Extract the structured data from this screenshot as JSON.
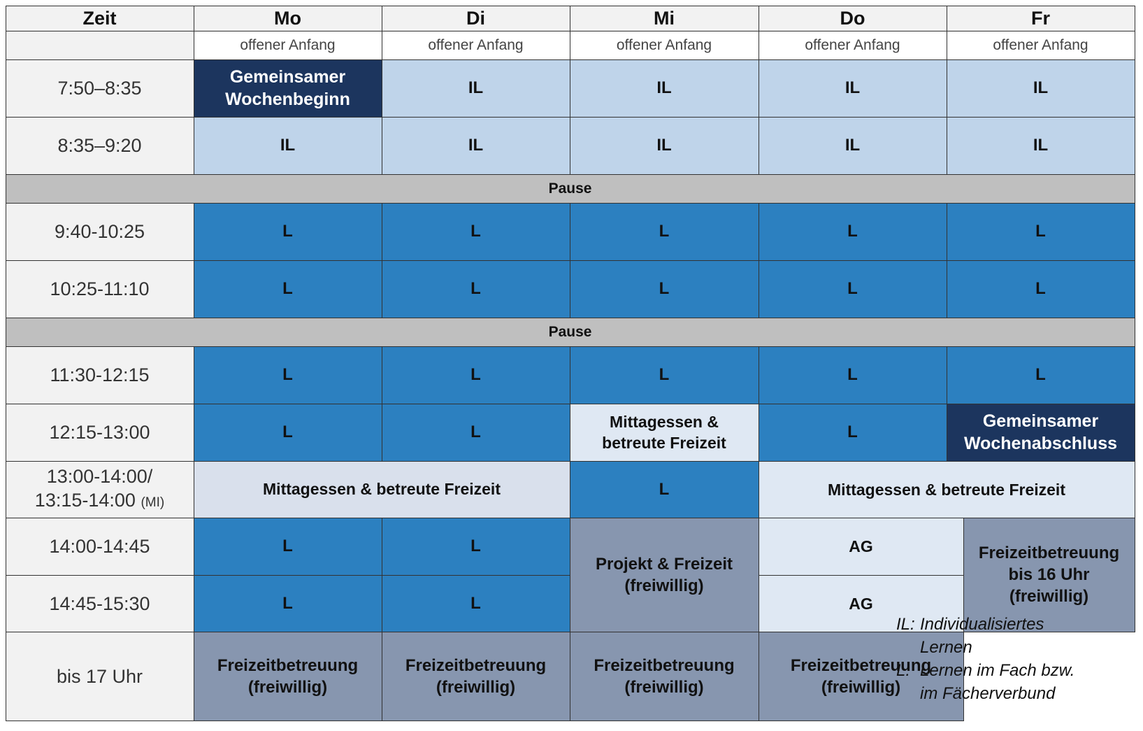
{
  "header": {
    "zeit": "Zeit",
    "days": [
      "Mo",
      "Di",
      "Mi",
      "Do",
      "Fr"
    ],
    "subtitle": "offener Anfang"
  },
  "times": {
    "t1": "7:50–8:35",
    "t2": "8:35–9:20",
    "t3": "9:40-10:25",
    "t4": "10:25-11:10",
    "t5": "11:30-12:15",
    "t6": "12:15-13:00",
    "t7_line1": "13:00-14:00/",
    "t7_line2": "13:15-14:00",
    "t7_note": "(MI)",
    "t8": "14:00-14:45",
    "t9": "14:45-15:30",
    "t10": "bis 17 Uhr"
  },
  "labels": {
    "il": "IL",
    "l": "L",
    "ag": "AG",
    "pause": "Pause",
    "wochenbeginn": "Gemeinsamer Wochenbeginn",
    "wochenabschluss": "Gemeinsamer Wochenabschluss",
    "mittagessen": "Mittagessen & betreute Freizeit",
    "projekt": "Projekt & Freizeit (freiwillig)",
    "freizeit16": "Freizeitbetreuung bis 16 Uhr (freiwillig)",
    "freizeit": "Freizeitbetreuung (freiwillig)"
  },
  "legend": {
    "il_key": "IL:",
    "il_text": "Individualisiertes Lernen",
    "l_key": "L:",
    "l_text": "Lernen im Fach bzw. im Fächerverbund"
  },
  "colors": {
    "individual_learning": "#bfd4ea",
    "subject_learning": "#2c80c0",
    "joint_event": "#1c355e",
    "lunch": "#dfe8f3",
    "optional": "#8796af",
    "pause": "#bfbfbf"
  }
}
